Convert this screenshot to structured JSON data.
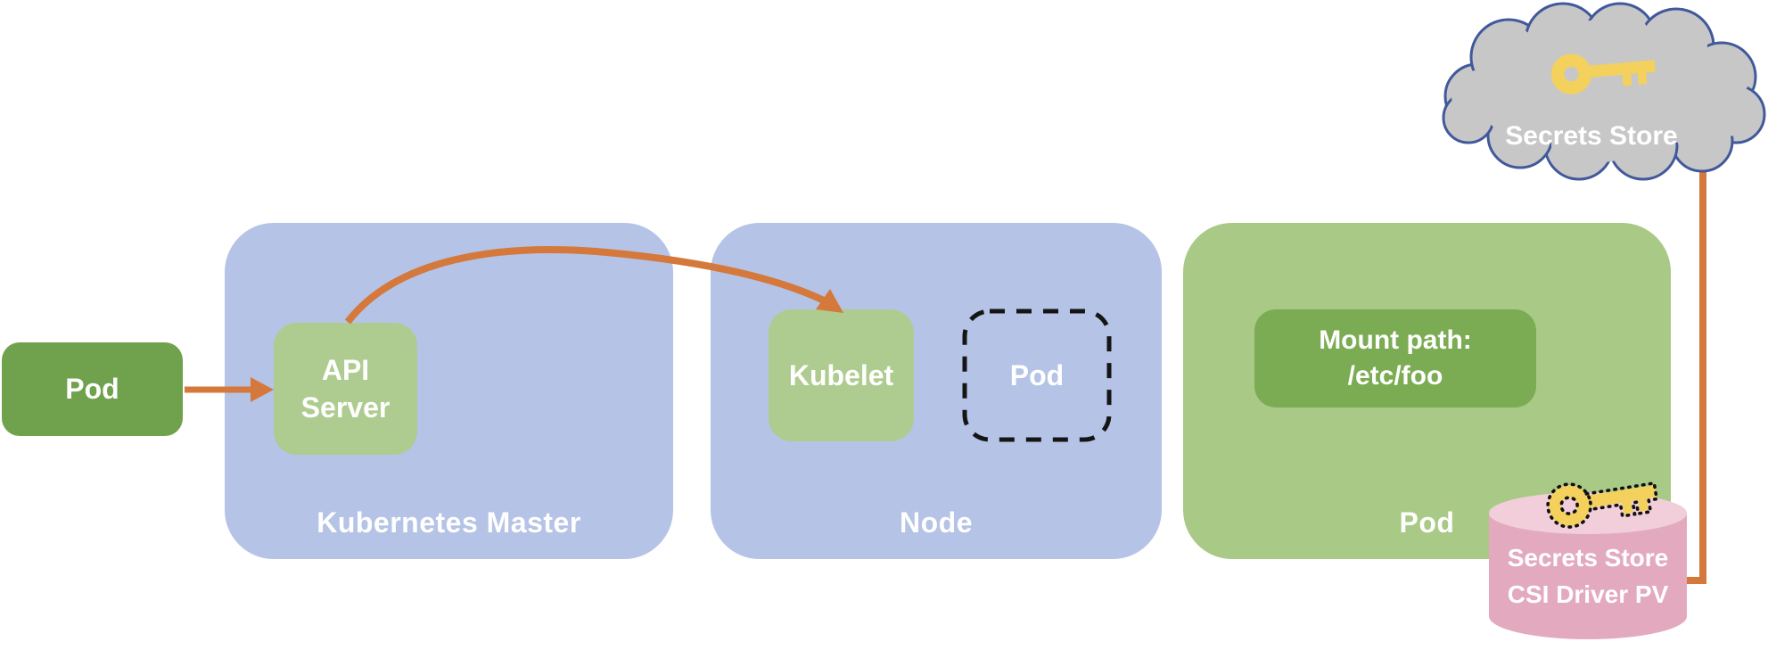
{
  "colors": {
    "container-blue": "#B5C3E6",
    "pod-green-dark": "#70A24D",
    "box-green-light": "#AECC8F",
    "pod-green-medium": "#A9C986",
    "mount-green": "#7BAB52",
    "arrow-orange": "#D4793B",
    "cloud-gray": "#C7C7C7",
    "cloud-border-navy": "#41599B",
    "key-yellow": "#F3D15C",
    "cylinder-pink": "#E3AABF",
    "cylinder-pink-light": "#F2CEDA",
    "dashed-black": "#151515",
    "label-white": "#FFFFFF"
  },
  "nodes": {
    "pod_left": {
      "label": "Pod"
    },
    "master": {
      "label": "Kubernetes Master"
    },
    "api_server": {
      "line1": "API",
      "line2": "Server"
    },
    "node": {
      "label": "Node"
    },
    "kubelet": {
      "label": "Kubelet"
    },
    "pod_dashed": {
      "label": "Pod"
    },
    "pod_right": {
      "label": "Pod"
    },
    "mount_path": {
      "line1": "Mount path:",
      "line2": "/etc/foo"
    },
    "cloud": {
      "label": "Secrets Store"
    },
    "pv": {
      "line1": "Secrets Store",
      "line2": "CSI Driver PV"
    }
  },
  "icons": {
    "cloud_key": "key-icon",
    "pv_key": "key-icon"
  }
}
